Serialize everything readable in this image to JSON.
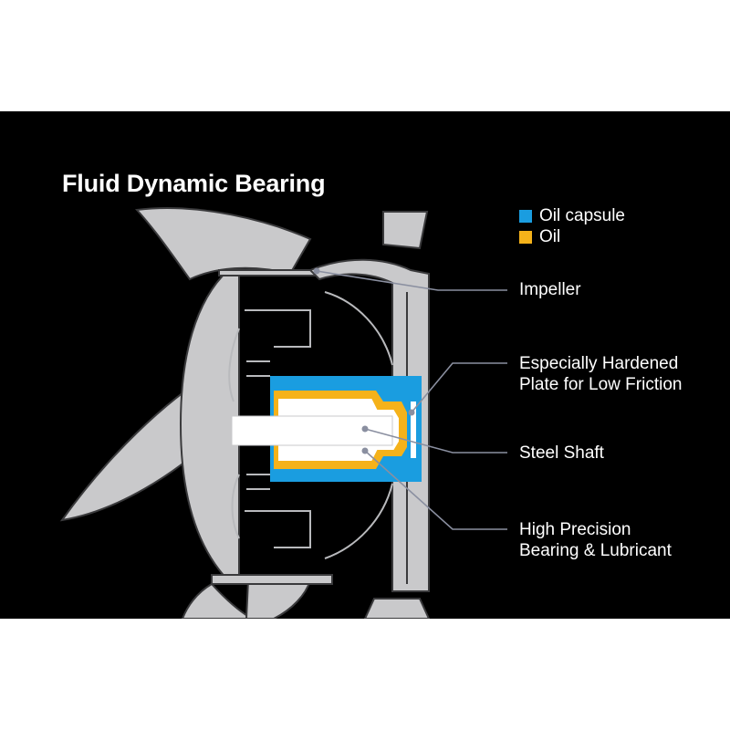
{
  "title": "Fluid Dynamic Bearing",
  "legend": [
    {
      "name": "Oil capsule",
      "color": "#1a9de0"
    },
    {
      "name": "Oil",
      "color": "#f5b21a"
    }
  ],
  "callouts": {
    "impeller": "Impeller",
    "plate_line1": "Especially Hardened",
    "plate_line2": "Plate for Low Friction",
    "shaft": "Steel Shaft",
    "bearing_line1": "High Precision",
    "bearing_line2": "Bearing & Lubricant"
  },
  "colors": {
    "background": "#000000",
    "fan_fill": "#c9c9cb",
    "outline": "#3a3a3c",
    "leader": "#8a8fa0"
  }
}
